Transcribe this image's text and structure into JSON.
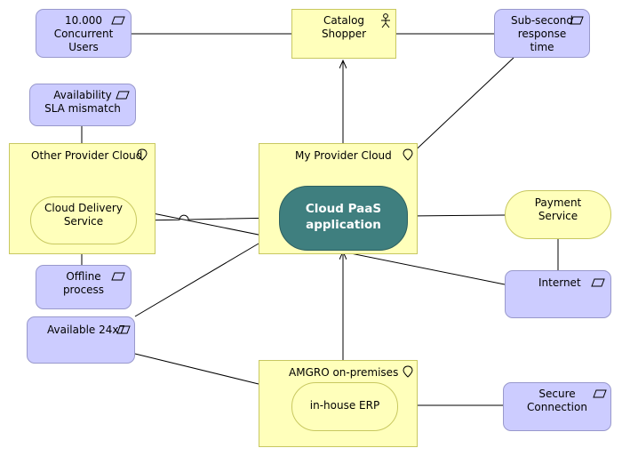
{
  "requirements": {
    "concurrent_users": "10.000\nConcurrent\nUsers",
    "sub_second": "Sub-second\nresponse\ntime",
    "availability_sla": "Availability\nSLA mismatch",
    "offline_process": "Offline\nprocess",
    "available_24x7": "Available 24x7",
    "internet": "Internet",
    "secure_connection": "Secure\nConnection"
  },
  "actors": {
    "catalog_shopper": "Catalog\nShopper"
  },
  "locations": {
    "other_provider": "Other Provider Cloud",
    "my_provider": "My Provider Cloud",
    "amgro": "AMGRO on-premises"
  },
  "services": {
    "cloud_delivery": "Cloud Delivery\nService",
    "payment": "Payment\nService",
    "inhouse_erp": "in-house ERP"
  },
  "application": {
    "cloud_paas": "Cloud PaaS\napplication"
  },
  "colors": {
    "requirement_fill": "#ccccff",
    "location_fill": "#ffffbb",
    "application_fill": "#3f7f7f",
    "line": "#000000"
  }
}
